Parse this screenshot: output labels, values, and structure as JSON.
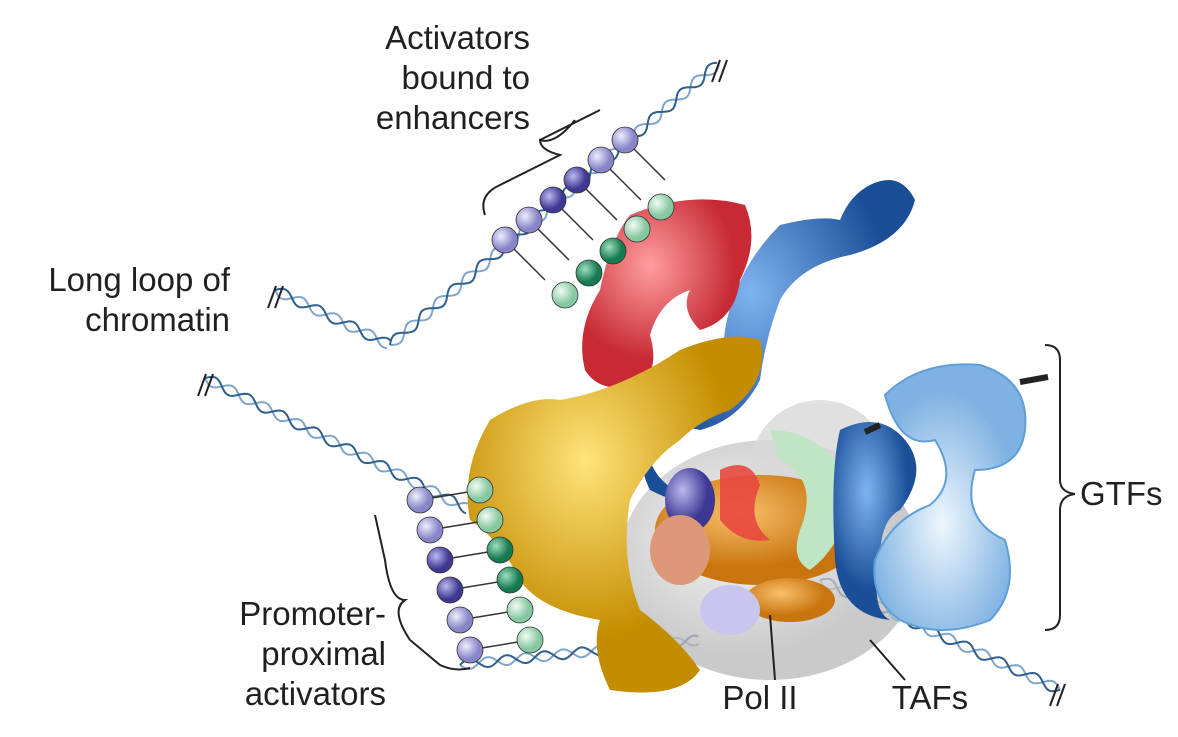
{
  "labels": {
    "activators": [
      "Activators",
      "bound to",
      "enhancers"
    ],
    "loop": [
      "Long loop of",
      "chromatin"
    ],
    "promoter": [
      "Promoter-",
      "proximal",
      "activators"
    ],
    "pol2": "Pol II",
    "tafs": "TAFs",
    "gtfs": "GTFs"
  },
  "colors": {
    "dna": "#7fa6c9",
    "bead_purple": "#5b56b0",
    "bead_lavender": "#a9a6db",
    "bead_green": "#2f9a6c",
    "bead_lightgreen": "#a9dcbc",
    "mediator_red": "#e0484f",
    "mediator_blue": "#2f6fb8",
    "mediator_yellow": "#e9b820",
    "pol2_orange": "#e69a2e",
    "gtf_blue": "#1f6fc0",
    "gtf_light": "#b9d7f0",
    "taf_gray": "#c8c8c8"
  }
}
